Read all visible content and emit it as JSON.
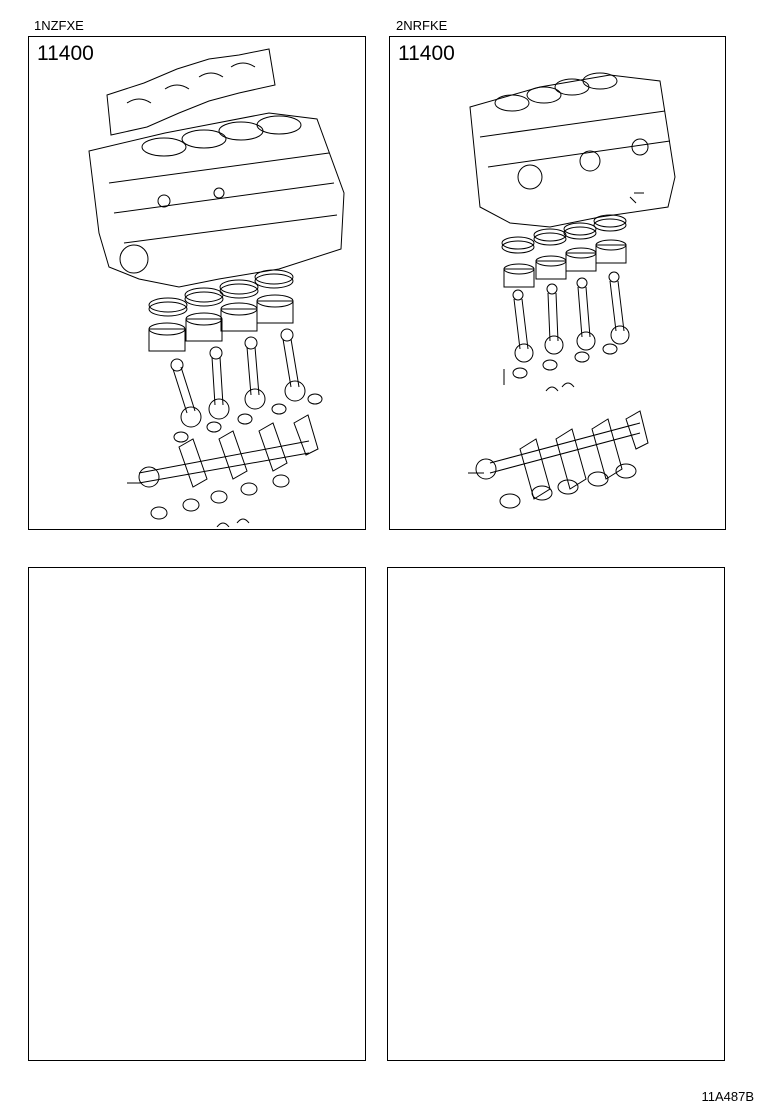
{
  "panels": [
    {
      "engine": "1NZFXE",
      "part_number": "11400",
      "illustration": "short-block-assembly-1nzfxe-icon"
    },
    {
      "engine": "2NRFKE",
      "part_number": "11400",
      "illustration": "short-block-assembly-2nrfke-icon"
    },
    {
      "engine": "",
      "part_number": "",
      "illustration": ""
    },
    {
      "engine": "",
      "part_number": "",
      "illustration": ""
    }
  ],
  "footer": {
    "code": "11A487B"
  }
}
